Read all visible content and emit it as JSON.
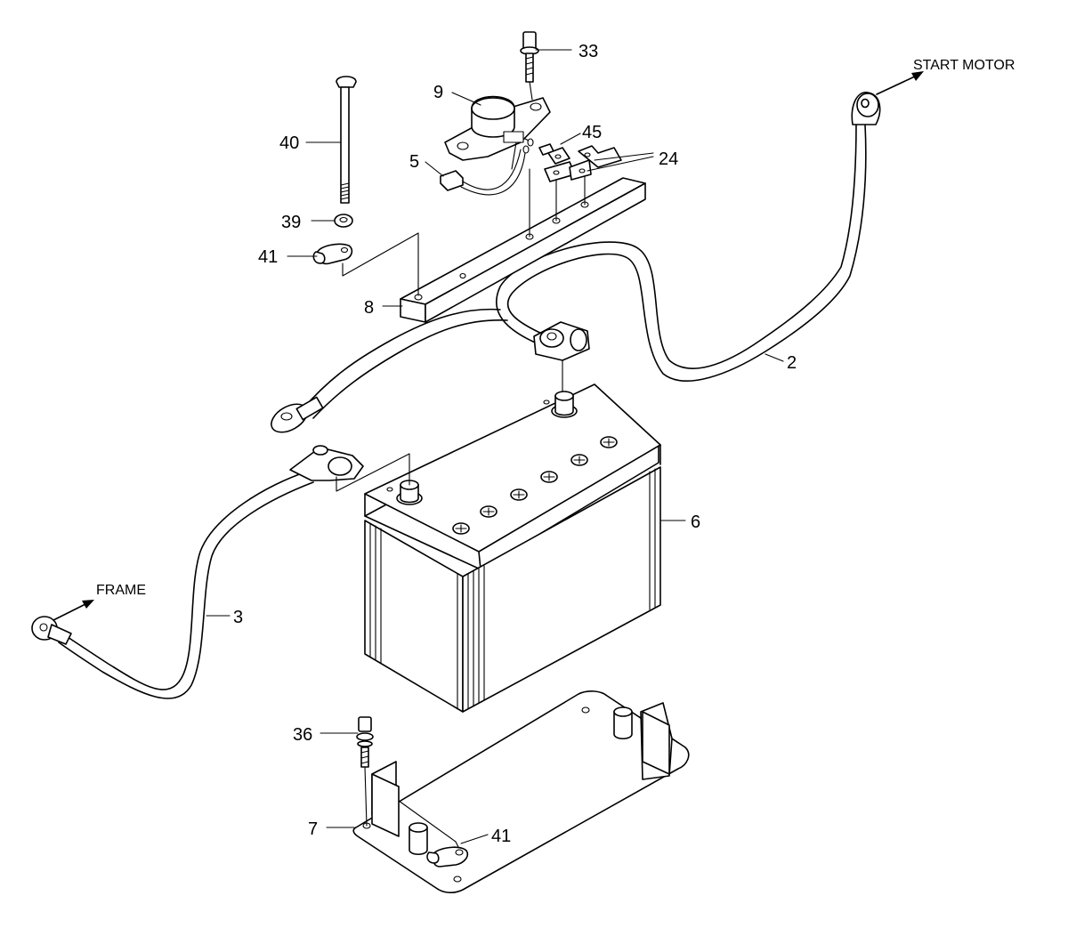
{
  "callouts": {
    "c33": "33",
    "c9": "9",
    "c40": "40",
    "c45": "45",
    "c5": "5",
    "c24": "24",
    "c39": "39",
    "c41_top": "41",
    "c8": "8",
    "c2": "2",
    "c6": "6",
    "c3": "3",
    "c36": "36",
    "c7": "7",
    "c41_bottom": "41"
  },
  "destinations": {
    "start_motor": "START MOTOR",
    "frame": "FRAME"
  },
  "colors": {
    "line": "#000000",
    "background": "#ffffff"
  }
}
